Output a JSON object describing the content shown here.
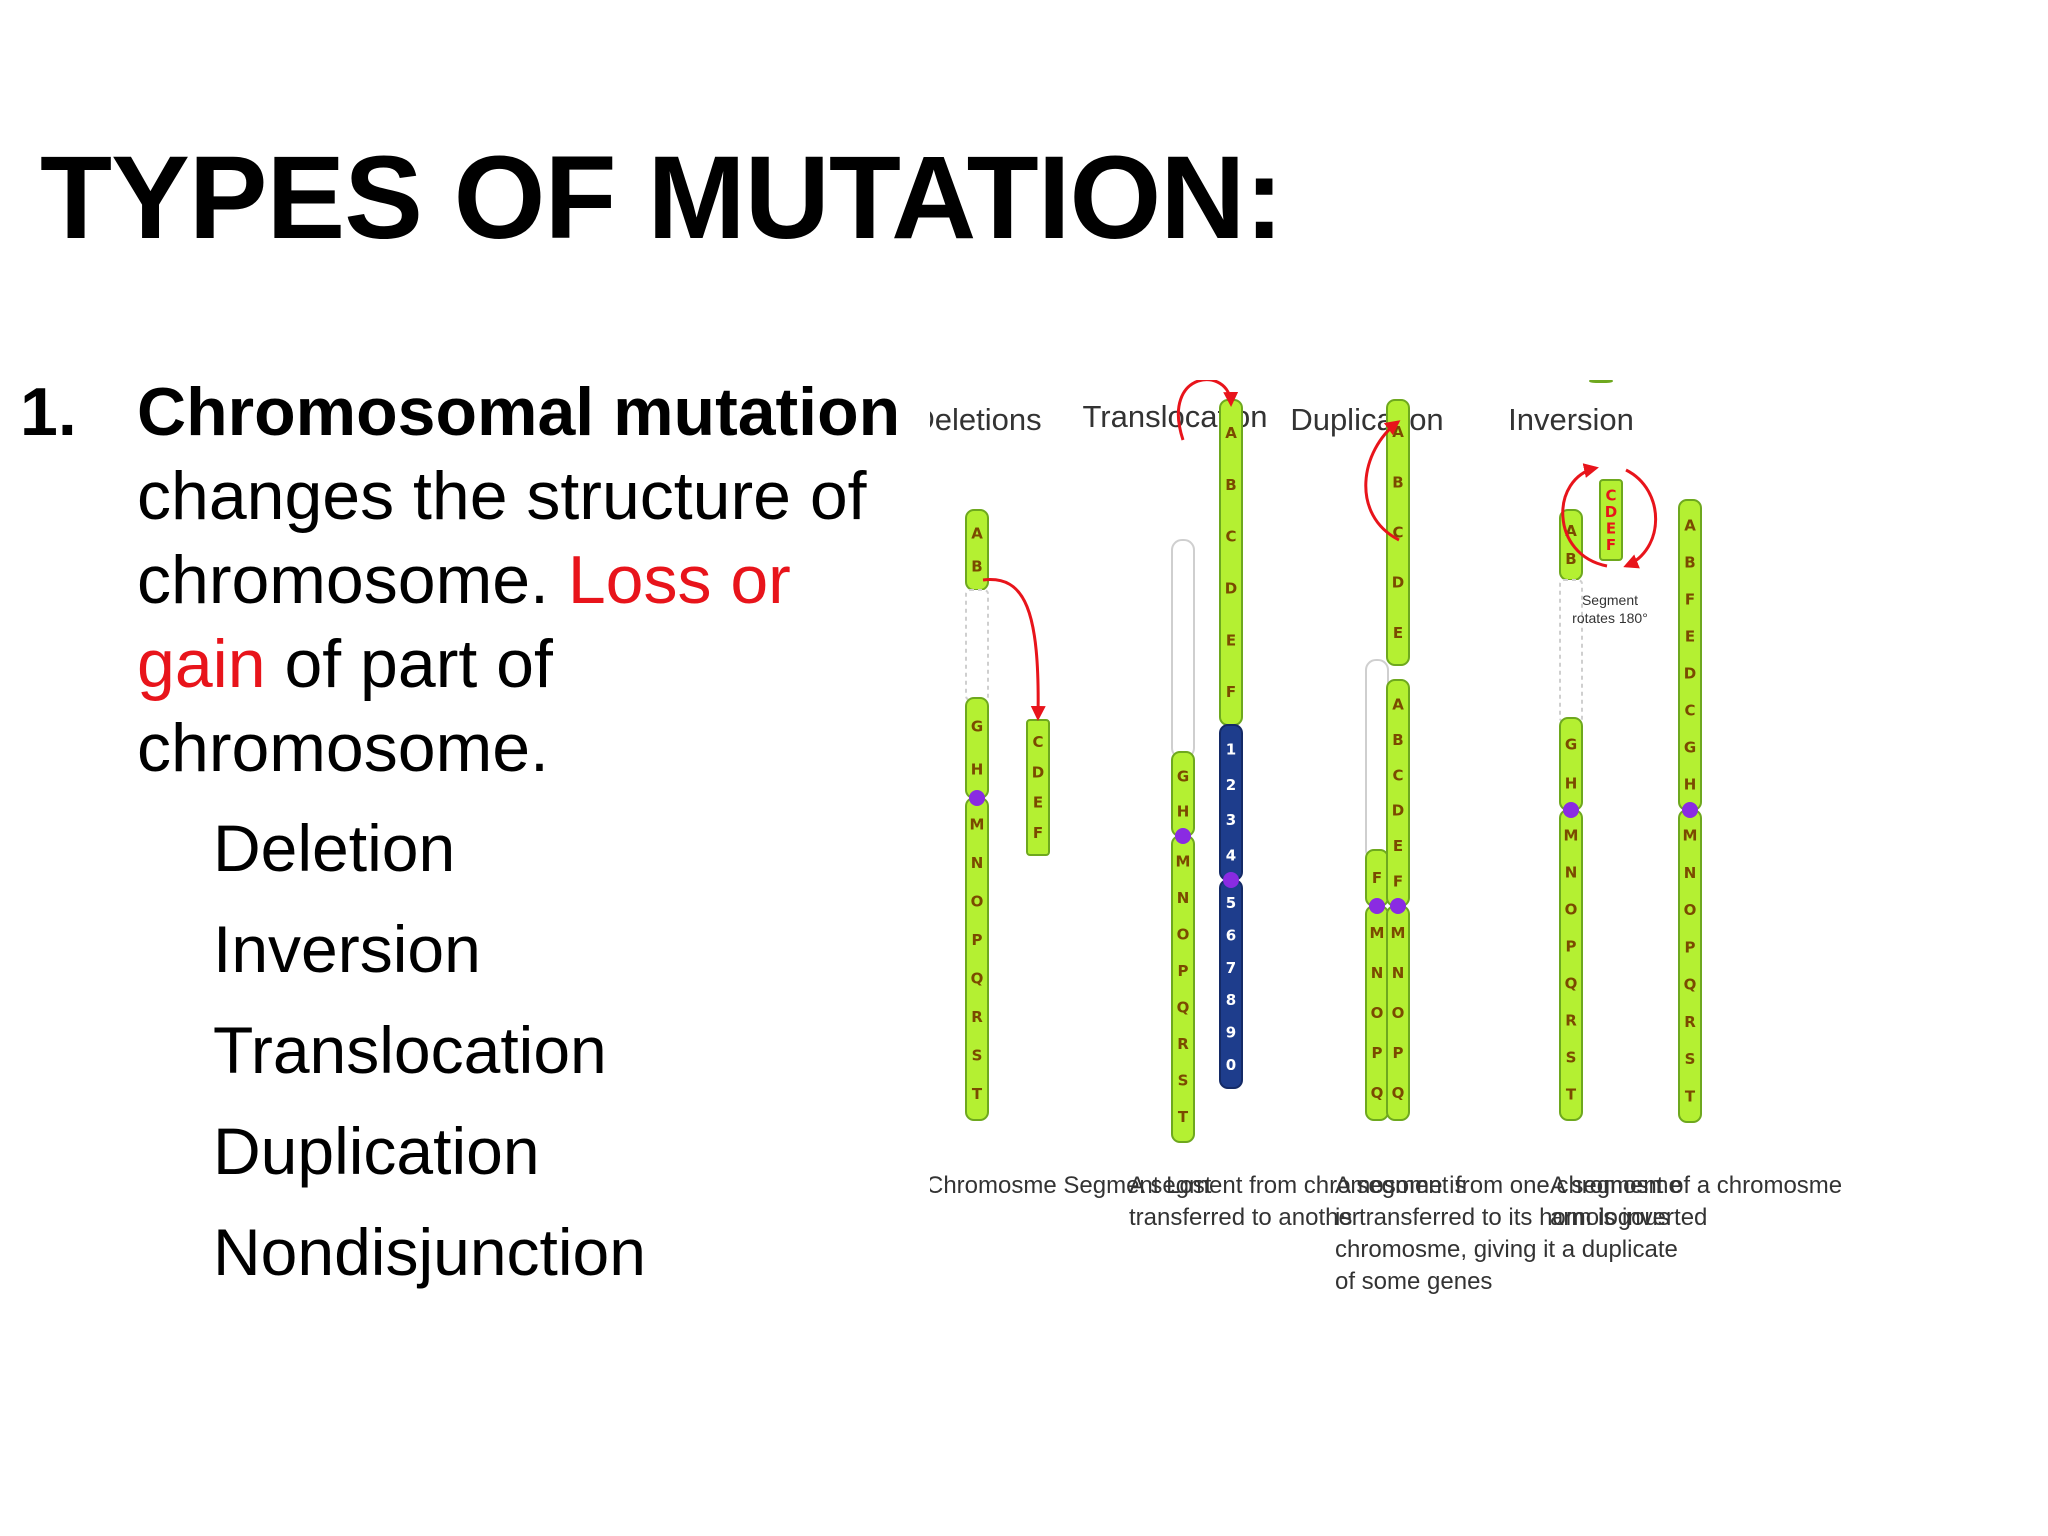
{
  "title": "TYPES OF MUTATION:",
  "point": {
    "number": "1.",
    "bold": "Chromosomal mutation",
    "text_1": " changes the structure of chromosome. ",
    "red_text": "Loss or gain",
    "text_2": " of part of chromosome."
  },
  "types": [
    "Deletion",
    "Inversion",
    "Translocation",
    "Duplication",
    "Nondisjunction"
  ],
  "colors": {
    "accent_red": "#e8141b",
    "chromosome": "#b4f032",
    "chromosome_outline": "#6ea81e",
    "dark_chromosome": "#1e3d8c",
    "centromere": "#8a2be2",
    "arrow": "#e8141b"
  },
  "diagram": {
    "panels": [
      {
        "heading": "Deletions",
        "caption": [
          "Chromosme Segment Lost"
        ]
      },
      {
        "heading": "Translocation",
        "caption": [
          "A segment from chromosome is",
          "transferred to another"
        ]
      },
      {
        "heading": "Duplication",
        "caption": [
          "A segment from one chromosme",
          "is transferred to its homologous",
          "chromosme, giving it a duplicate",
          "of some genes"
        ]
      },
      {
        "heading": "Inversion",
        "caption": [
          "A segment of a chromosme",
          "arm is inverted"
        ]
      }
    ],
    "inversion_note": [
      "Segment",
      "rotates 180°"
    ],
    "genes": {
      "del_top": [
        "A",
        "B"
      ],
      "del_mid": [
        "G",
        "H"
      ],
      "del_bottom": [
        "M",
        "N",
        "O",
        "P",
        "Q",
        "R",
        "S",
        "T"
      ],
      "del_lost": [
        "C",
        "D",
        "E",
        "F"
      ],
      "tr_left_top": [
        "G",
        "H"
      ],
      "tr_left_bottom": [
        "M",
        "N",
        "O",
        "P",
        "Q",
        "R",
        "S",
        "T"
      ],
      "tr_right_top": [
        "A",
        "B",
        "C",
        "D",
        "E",
        "F"
      ],
      "tr_dark_top": [
        "1",
        "2",
        "3",
        "4"
      ],
      "tr_dark_bottom": [
        "5",
        "6",
        "7",
        "8",
        "9",
        "0"
      ],
      "dup_short": [
        "A",
        "B",
        "C",
        "D",
        "E"
      ],
      "dup_left_top": [
        "F"
      ],
      "dup_left_bottom": [
        "M",
        "N",
        "O",
        "P",
        "Q"
      ],
      "dup_right_top": [
        "A",
        "B",
        "C",
        "D",
        "E",
        "F"
      ],
      "dup_right_bottom": [
        "M",
        "N",
        "O",
        "P",
        "Q"
      ],
      "inv_left_top": [
        "A",
        "B"
      ],
      "inv_left_mid": [
        "G",
        "H"
      ],
      "inv_left_bottom": [
        "M",
        "N",
        "O",
        "P",
        "Q",
        "R",
        "S",
        "T"
      ],
      "inv_segment": [
        "C",
        "D",
        "E",
        "F"
      ],
      "inv_right_top": [
        "A",
        "B",
        "F",
        "E",
        "D",
        "C",
        "G",
        "H"
      ],
      "inv_right_bottom": [
        "M",
        "N",
        "O",
        "P",
        "Q",
        "R",
        "S",
        "T"
      ]
    }
  }
}
